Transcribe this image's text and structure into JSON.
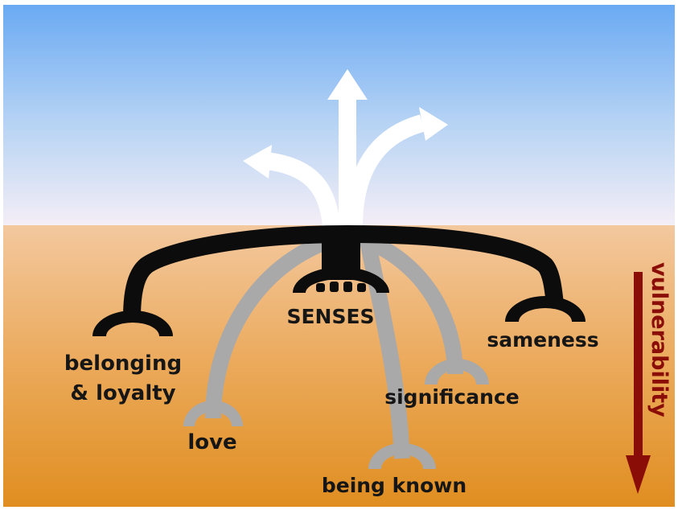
{
  "colors": {
    "sky_top": "#6aaaf3",
    "sky_mid": "#b8d4f4",
    "sky_horizon": "#f4eef6",
    "ground_top": "#f3c89e",
    "ground_bottom": "#e08e20",
    "black_root": "#0c0c0c",
    "grey_root": "#a9a9a9",
    "arrow": "#ffffff",
    "vulnerability": "#8b0d08"
  },
  "nodes": {
    "senses": "SENSES",
    "belonging_line1": "belonging",
    "belonging_line2": "& loyalty",
    "sameness": "sameness",
    "love": "love",
    "significance": "significance",
    "being_known": "being known"
  },
  "vulnerability": {
    "label": "vulnerability",
    "direction": "down"
  }
}
